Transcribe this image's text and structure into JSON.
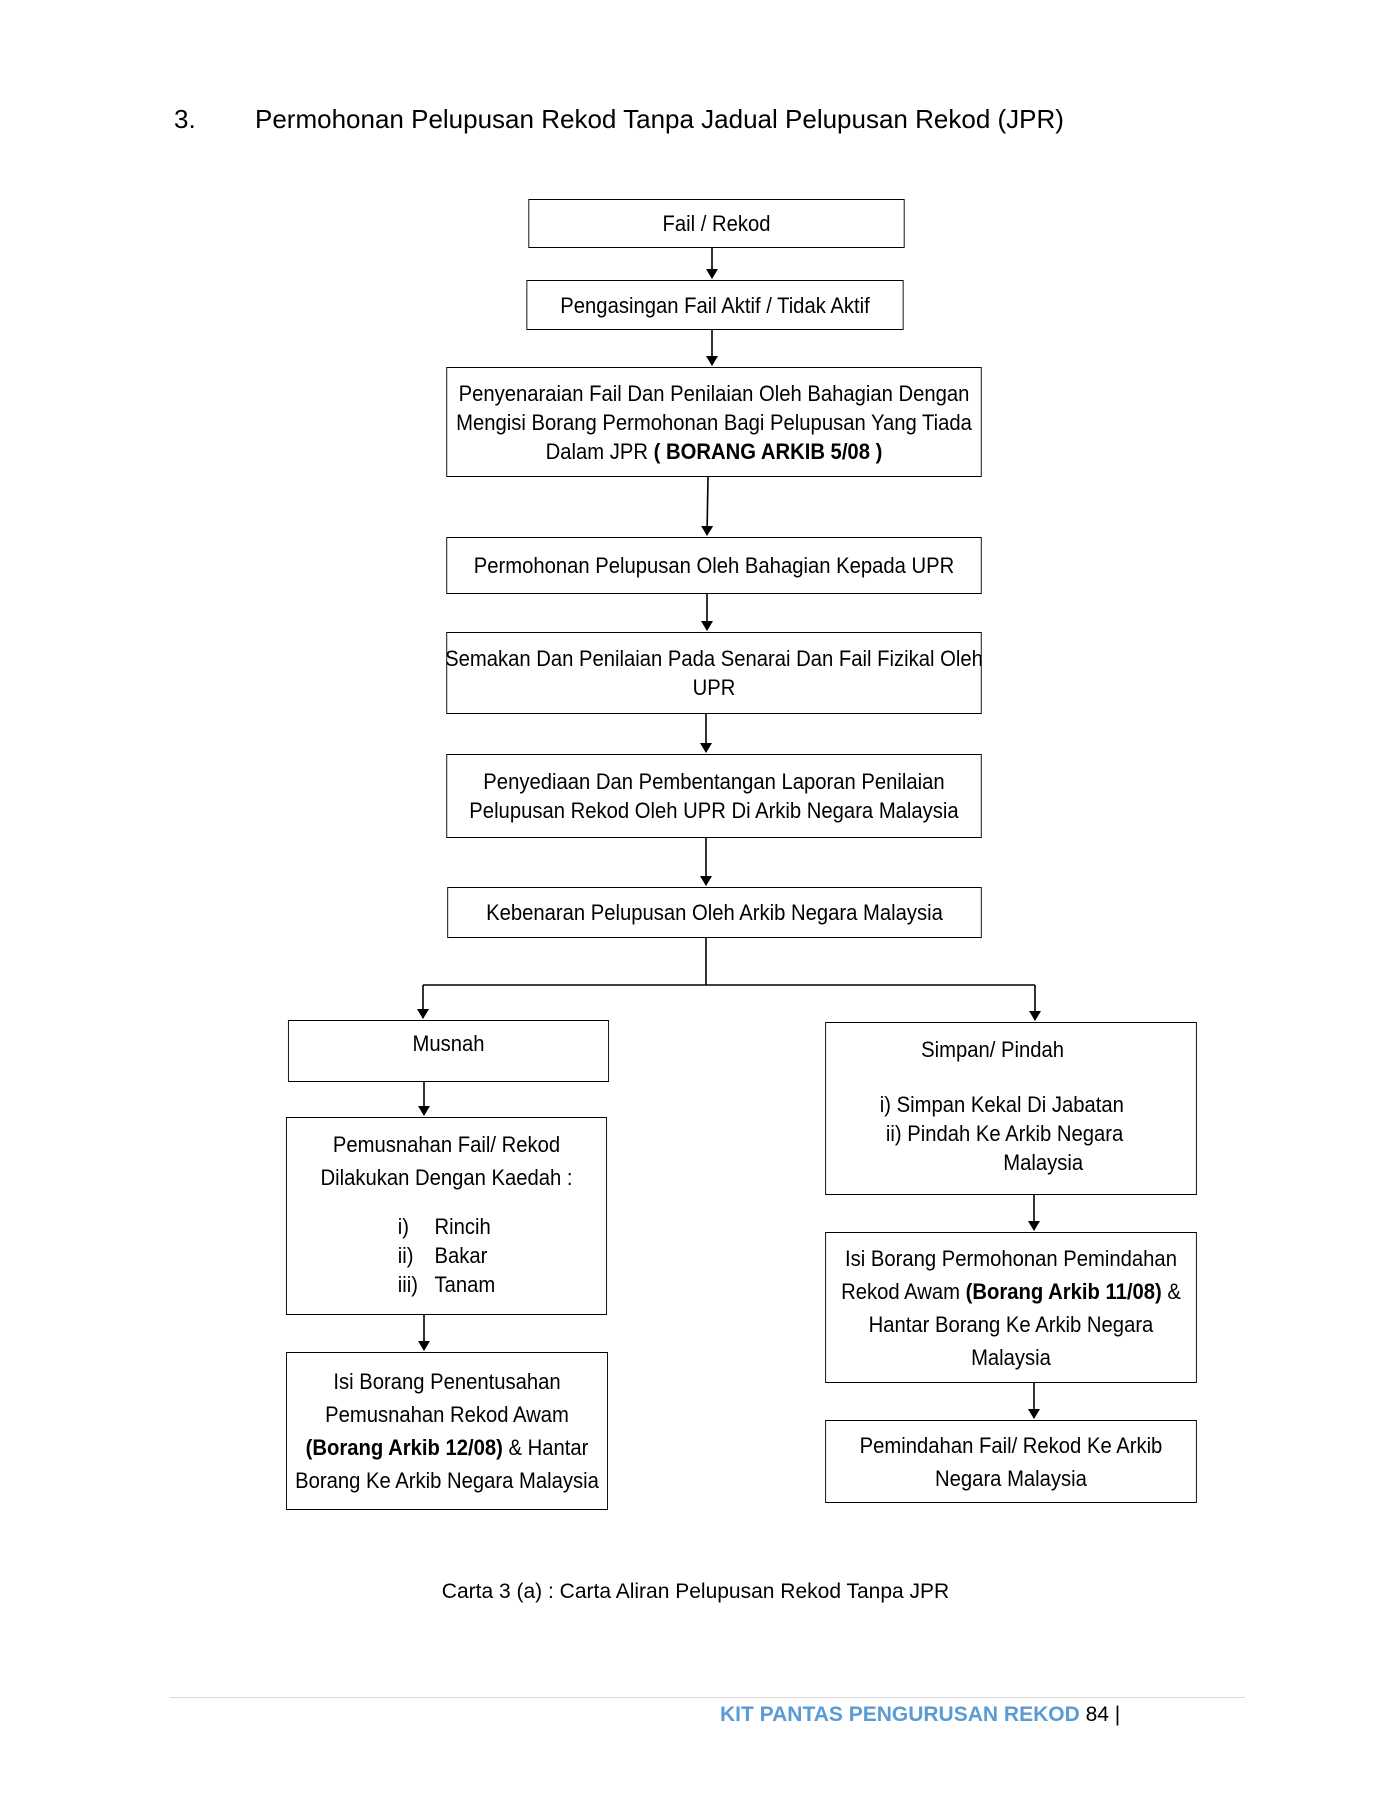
{
  "heading": {
    "number": "3.",
    "title": "Permohonan Pelupusan Rekod Tanpa Jadual Pelupusan Rekod (JPR)"
  },
  "flow": {
    "fail_rekod": "Fail / Rekod",
    "pengasingan": "Pengasingan Fail Aktif / Tidak Aktif",
    "penyenaraian": {
      "line1": "Penyenaraian Fail Dan Penilaian Oleh Bahagian Dengan",
      "line2": "Mengisi Borang Permohonan Bagi Pelupusan Yang Tiada",
      "line3": "Dalam JPR ",
      "bold": "( BORANG ARKIB 5/08 )"
    },
    "permohonan": "Permohonan Pelupusan Oleh Bahagian Kepada UPR",
    "semakan": {
      "line1": "Semakan Dan Penilaian Pada Senarai Dan Fail Fizikal Oleh",
      "line2": "UPR"
    },
    "penyediaan": {
      "line1": "Penyediaan Dan Pembentangan Laporan Penilaian",
      "line2": "Pelupusan Rekod Oleh UPR Di Arkib Negara Malaysia"
    },
    "kebenaran": "Kebenaran Pelupusan Oleh Arkib Negara Malaysia",
    "musnah": "Musnah",
    "pemusnahan": {
      "line1": "Pemusnahan Fail/ Rekod",
      "line2": "Dilakukan Dengan Kaedah :",
      "items": [
        {
          "num": "i)",
          "text": "Rincih"
        },
        {
          "num": "ii)",
          "text": "Bakar"
        },
        {
          "num": "iii)",
          "text": "Tanam"
        }
      ]
    },
    "isi_penentusahan": {
      "line1": "Isi Borang Penentusahan",
      "line2": "Pemusnahan Rekod Awam",
      "bold": "(Borang Arkib 12/08)",
      "line3_rest": " & Hantar",
      "line4": "Borang Ke Arkib Negara Malaysia"
    },
    "simpan": {
      "title": "Simpan/ Pindah",
      "item1": "i)  Simpan Kekal Di Jabatan",
      "item2": "ii)  Pindah Ke Arkib Negara",
      "item2b": "Malaysia"
    },
    "isi_pemindahan": {
      "line1": "Isi Borang Permohonan Pemindahan",
      "line2_pre": "Rekod Awam ",
      "bold": "(Borang Arkib 11/08)",
      "line2_post": " &",
      "line3": "Hantar Borang Ke Arkib Negara",
      "line4": "Malaysia"
    },
    "pemindahan": {
      "line1": "Pemindahan Fail/ Rekod Ke Arkib",
      "line2": "Negara Malaysia"
    }
  },
  "caption": "Carta 3 (a) : Carta Aliran Pelupusan Rekod Tanpa JPR",
  "footer": {
    "brand": "KIT PANTAS PENGURUSAN REKOD",
    "page": " 84 |"
  }
}
